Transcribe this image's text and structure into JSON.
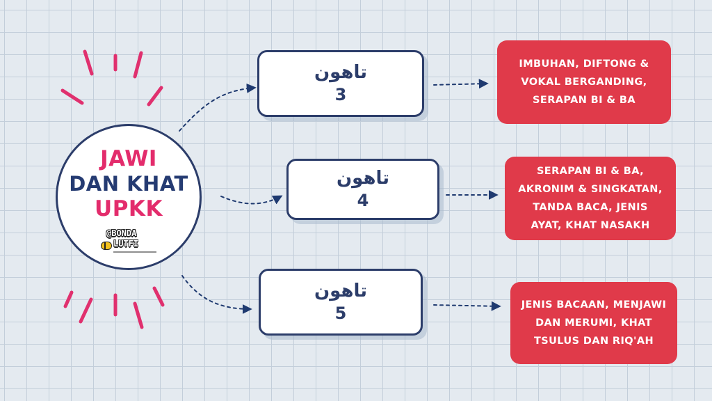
{
  "hub": {
    "line1": "JAWI",
    "line2": "DAN KHAT",
    "line3": "UPKK",
    "logo_line1": "@BONDA",
    "logo_line2": "LUTFI"
  },
  "stages": [
    {
      "word": "تاهون",
      "number": "3"
    },
    {
      "word": "تاهون",
      "number": "4"
    },
    {
      "word": "تاهون",
      "number": "5"
    }
  ],
  "topics": [
    "IMBUHAN, DIFTONG & VOKAL BERGANDING, SERAPAN BI & BA",
    "SERAPAN BI & BA, AKRONIM & SINGKATAN, TANDA BACA, JENIS AYAT, KHAT NASAKH",
    "JENIS BACAAN, MENJAWI DAN MERUMI, KHAT TSULUS DAN RIQ'AH"
  ],
  "colors": {
    "navy": "#2c3d6a",
    "pink": "#e32c6c",
    "red": "#e03a4a",
    "grid_background": "#e4eaf0"
  }
}
